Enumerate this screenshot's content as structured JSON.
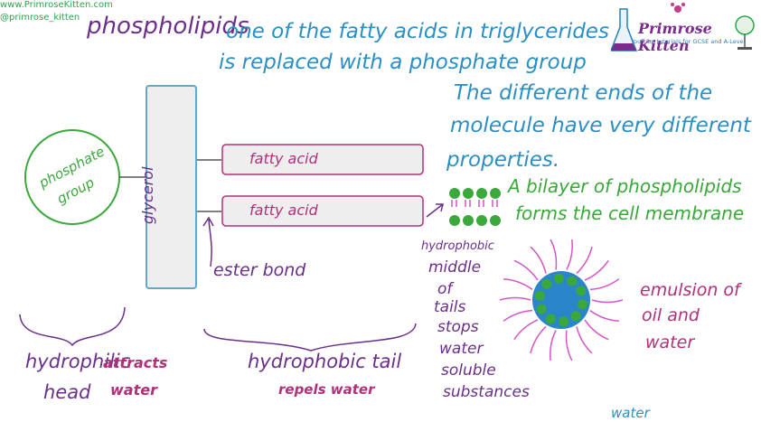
{
  "watermark": {
    "site": "www.PrimroseKitten.com",
    "handle": "@primrose_kitten"
  },
  "logo": {
    "title": "Primrose Kitten",
    "subtitle": "YouTube tutorials for GCSE and A-Level"
  },
  "notes": {
    "title": "phospholipids",
    "definition_line1": "one of the fatty acids in triglycerides",
    "definition_line2": "is replaced with a phosphate group",
    "ends_line1": "The different ends of the",
    "ends_line2": "molecule have very different",
    "ends_line3": "properties.",
    "bilayer_line1": "A bilayer of phospholipids",
    "bilayer_line2": "forms the cell membrane",
    "emulsion_line1": "emulsion of",
    "emulsion_line2": "oil and",
    "emulsion_line3": "water",
    "hydrophobic_middle": [
      "hydrophobic",
      "middle",
      "of",
      "tails",
      "stops",
      "water",
      "soluble",
      "substances"
    ],
    "water_label": "water"
  },
  "diagram": {
    "phosphate_line1": "phosphate",
    "phosphate_line2": "group",
    "glycerol": "glycerol",
    "fatty_acid_1": "fatty acid",
    "fatty_acid_2": "fatty acid",
    "ester_bond": "ester bond",
    "hydrophilic_line1": "hydrophilic",
    "hydrophilic_line2": "head",
    "attracts_line1": "attracts",
    "attracts_line2": "water",
    "hydrophobic_tail": "hydrophobic tail",
    "repels_water": "repels water"
  },
  "colors": {
    "blue_ink": "#2b8fc4",
    "purple_ink": "#6b2f8a",
    "green_ink": "#3aa83a",
    "magenta_ink": "#b0307a",
    "pink_ink": "#d455c6",
    "box_stroke": "#5fa9c9",
    "box_fill": "#eeeeee"
  }
}
